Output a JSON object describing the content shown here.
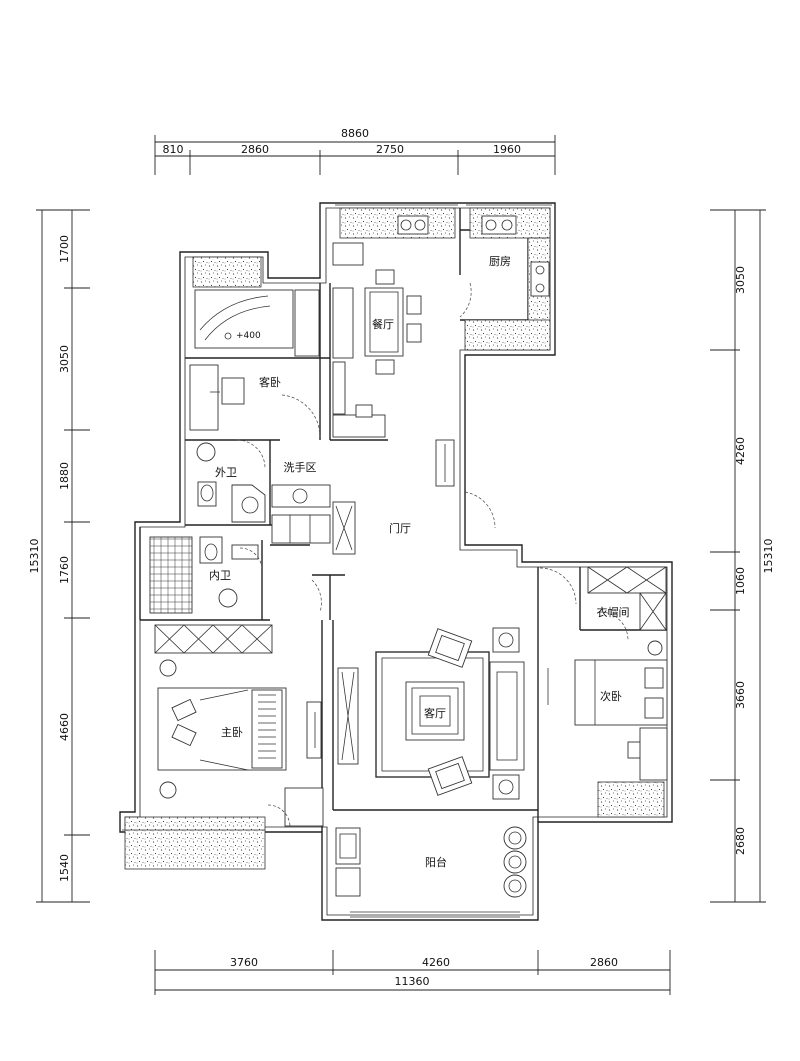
{
  "dimensions": {
    "top_total": "8860",
    "top_segments": [
      "810",
      "2860",
      "2750",
      "1960"
    ],
    "bottom_segments": [
      "3760",
      "4260",
      "2860"
    ],
    "bottom_total": "11360",
    "left_total": "15310",
    "left_segments": [
      "1700",
      "3050",
      "1880",
      "1760",
      "4660",
      "1540"
    ],
    "right_total": "15310",
    "right_segments": [
      "3050",
      "4260",
      "1060",
      "3660",
      "2680"
    ]
  },
  "rooms": {
    "dining": "餐厅",
    "kitchen": "厨房",
    "guest_bedroom": "客卧",
    "outer_bath": "外卫",
    "wash_area": "洗手区",
    "foyer": "门厅",
    "inner_bath": "内卫",
    "cloakroom": "衣帽间",
    "master_bedroom": "主卧",
    "living_room": "客厅",
    "second_bedroom": "次卧",
    "balcony": "阳台"
  },
  "annotations": {
    "bed_label": "+400"
  }
}
